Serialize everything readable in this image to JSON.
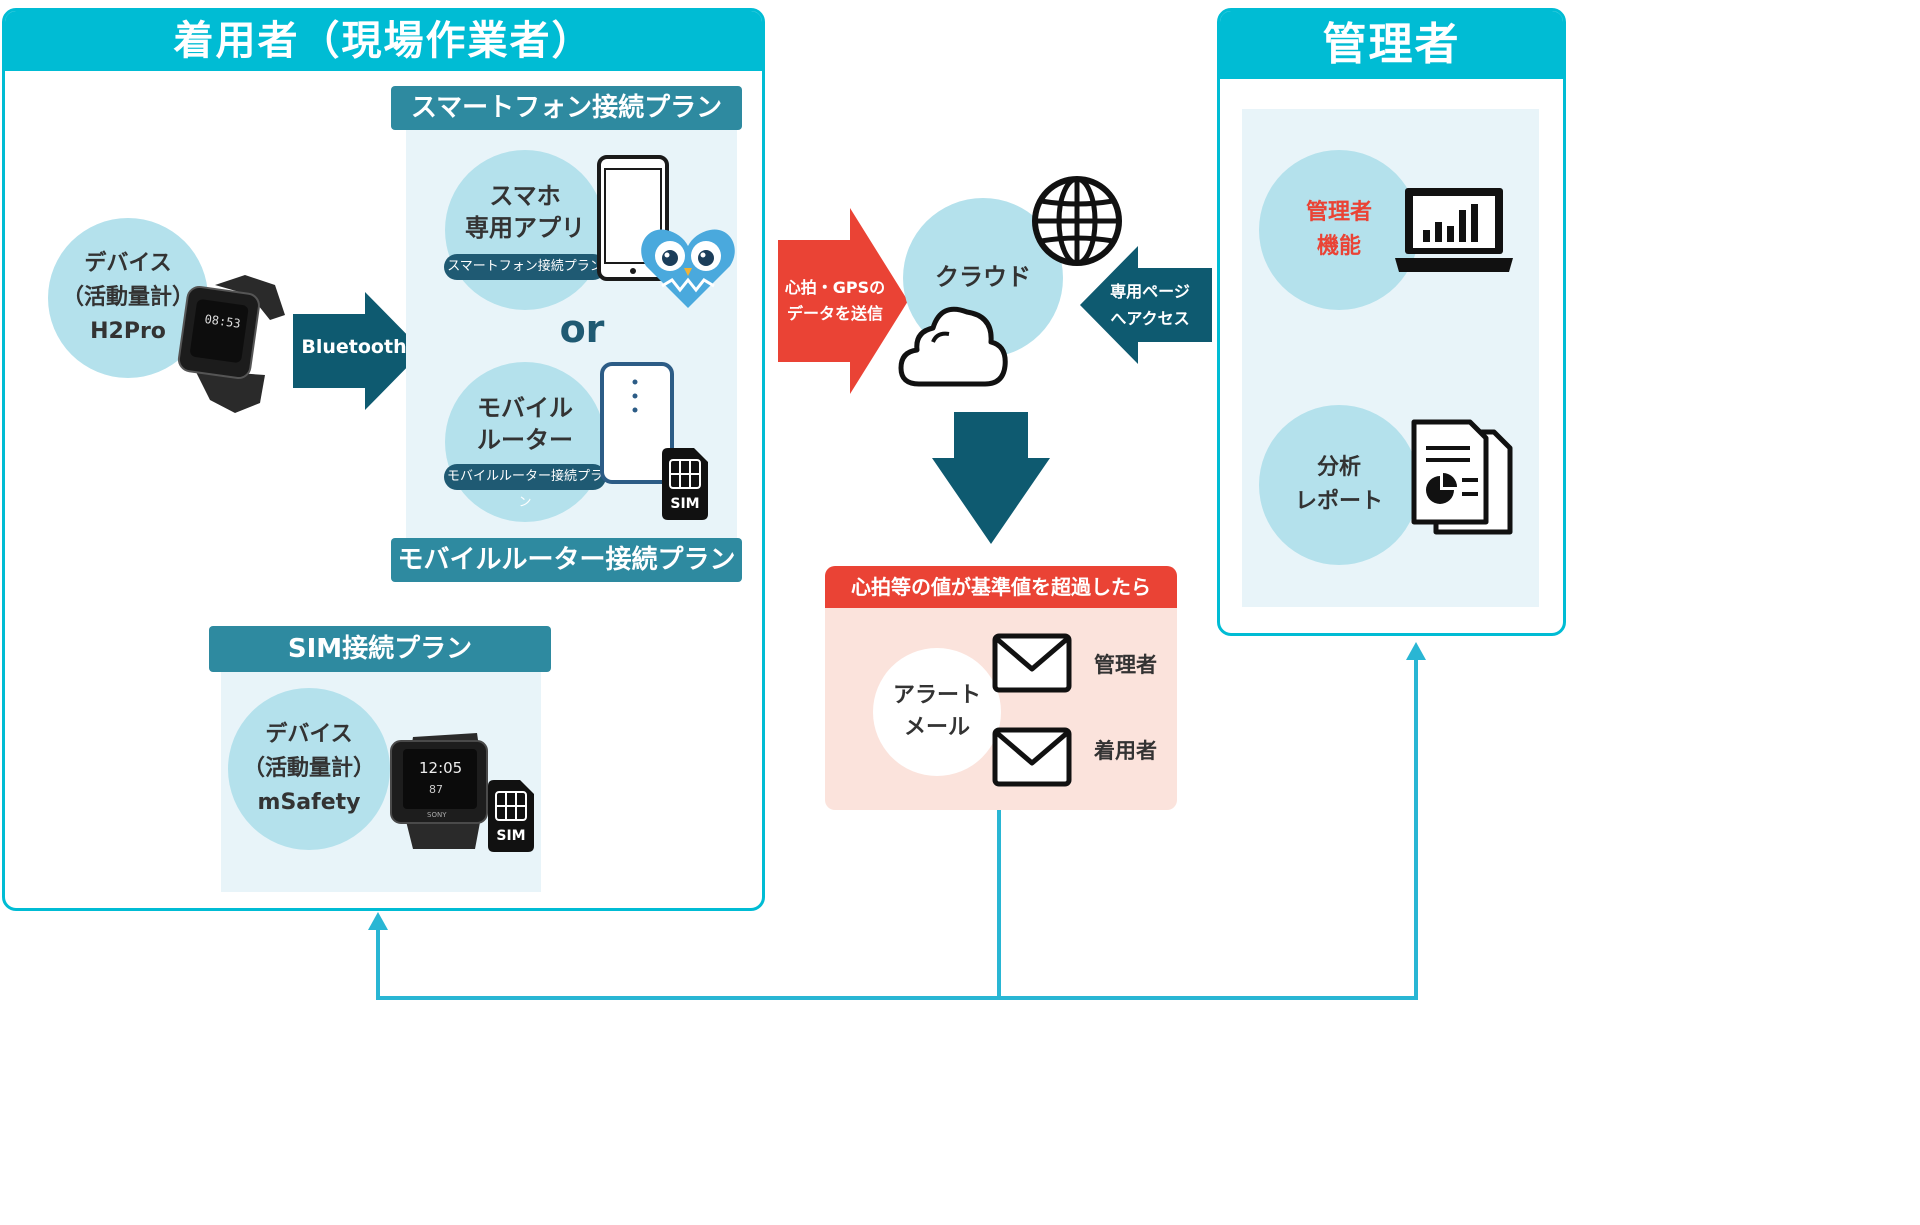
{
  "wearer_panel": {
    "title": "着用者（現場作業者）"
  },
  "admin_panel": {
    "title": "管理者",
    "admin_function": [
      "管理者",
      "機能"
    ],
    "analysis_report": [
      "分析",
      "レポート"
    ]
  },
  "smartphone_plan": {
    "title": "スマートフォン接続プラン",
    "app_label": [
      "スマホ",
      "専用アプリ"
    ],
    "pill": "スマートフォン接続プラン"
  },
  "or_text": "or",
  "mobile_router_plan": {
    "title": "モバイルルーター接続プラン",
    "router_label": [
      "モバイル",
      "ルーター"
    ],
    "pill": "モバイルルーター接続プラン"
  },
  "device_h2pro": [
    "デバイス",
    "（活動量計）",
    "H2Pro"
  ],
  "bluetooth_label": "Bluetooth",
  "sim_plan": {
    "title": "SIM接続プラン",
    "device_label": [
      "デバイス",
      "（活動量計）",
      "mSafety"
    ]
  },
  "sim_chip_label": "SIM",
  "watch": {
    "h2pro_display": "08:53",
    "msafety_time": "12:05",
    "msafety_hr": "87",
    "msafety_brand": "SONY"
  },
  "send_arrow": [
    "心拍・GPSの",
    "データを送信"
  ],
  "cloud_label": "クラウド",
  "access_arrow": [
    "専用ページ",
    "へアクセス"
  ],
  "alert_box": {
    "title": "心拍等の値が基準値を超過したら",
    "alert_label": [
      "アラート",
      "メール"
    ],
    "recipients": [
      "管理者",
      "着用者"
    ]
  },
  "colors": {
    "cyan": "#00bcd4",
    "teal_header": "#2e8aa0",
    "dark_teal": "#0e5a70",
    "red": "#ea4335",
    "light_circle": "#b4e1ec",
    "alert_bg": "#fbe3dc"
  },
  "icons": [
    "smartphone-icon",
    "owl-heart-icon",
    "mobile-router-icon",
    "sim-icon",
    "globe-icon",
    "cloud-icon",
    "laptop-chart-icon",
    "report-icon",
    "mail-icon"
  ]
}
